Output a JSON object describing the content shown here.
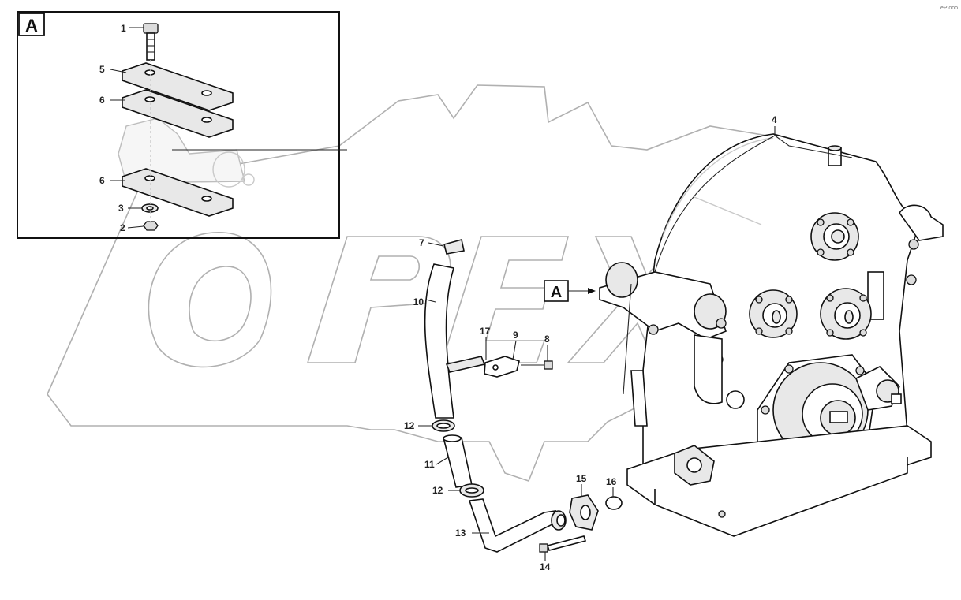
{
  "watermark": "OPEX",
  "corner_mark": "eP ooo",
  "detail_label": "A",
  "detail_reference_label": "A",
  "callouts": {
    "c1": "1",
    "c2": "2",
    "c3": "3",
    "c4": "4",
    "c5": "5",
    "c6a": "6",
    "c6b": "6",
    "c7": "7",
    "c8": "8",
    "c9": "9",
    "c10": "10",
    "c11": "11",
    "c12a": "12",
    "c12b": "12",
    "c13": "13",
    "c14": "14",
    "c15": "15",
    "c16": "16",
    "c17": "17"
  }
}
